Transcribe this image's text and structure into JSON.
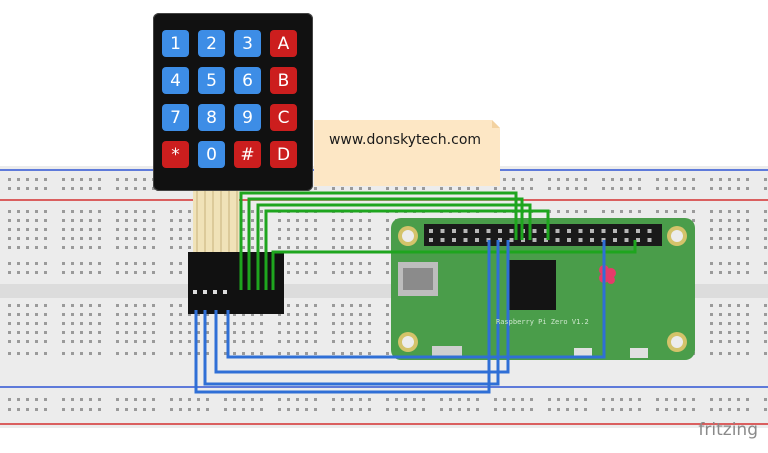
{
  "website_label": "www.donskytech.com",
  "keypad": {
    "rows": [
      [
        {
          "label": "1",
          "color": "blue"
        },
        {
          "label": "2",
          "color": "blue"
        },
        {
          "label": "3",
          "color": "blue"
        },
        {
          "label": "A",
          "color": "red"
        }
      ],
      [
        {
          "label": "4",
          "color": "blue"
        },
        {
          "label": "5",
          "color": "blue"
        },
        {
          "label": "6",
          "color": "blue"
        },
        {
          "label": "B",
          "color": "red"
        }
      ],
      [
        {
          "label": "7",
          "color": "blue"
        },
        {
          "label": "8",
          "color": "blue"
        },
        {
          "label": "9",
          "color": "blue"
        },
        {
          "label": "C",
          "color": "red"
        }
      ],
      [
        {
          "label": "*",
          "color": "red"
        },
        {
          "label": "0",
          "color": "blue"
        },
        {
          "label": "#",
          "color": "red"
        },
        {
          "label": "D",
          "color": "red"
        }
      ]
    ]
  },
  "board_label": "Raspberry Pi Zero V1.2",
  "watermark": "fritzing",
  "colors": {
    "wire_green": "#1ea51e",
    "wire_blue": "#2f6fd6",
    "pcb_green": "#4a9d4a",
    "key_blue": "#3d8de6",
    "key_red": "#cc1e1e",
    "note_fill": "#fde7c5",
    "breadboard": "#e9e9e9"
  }
}
